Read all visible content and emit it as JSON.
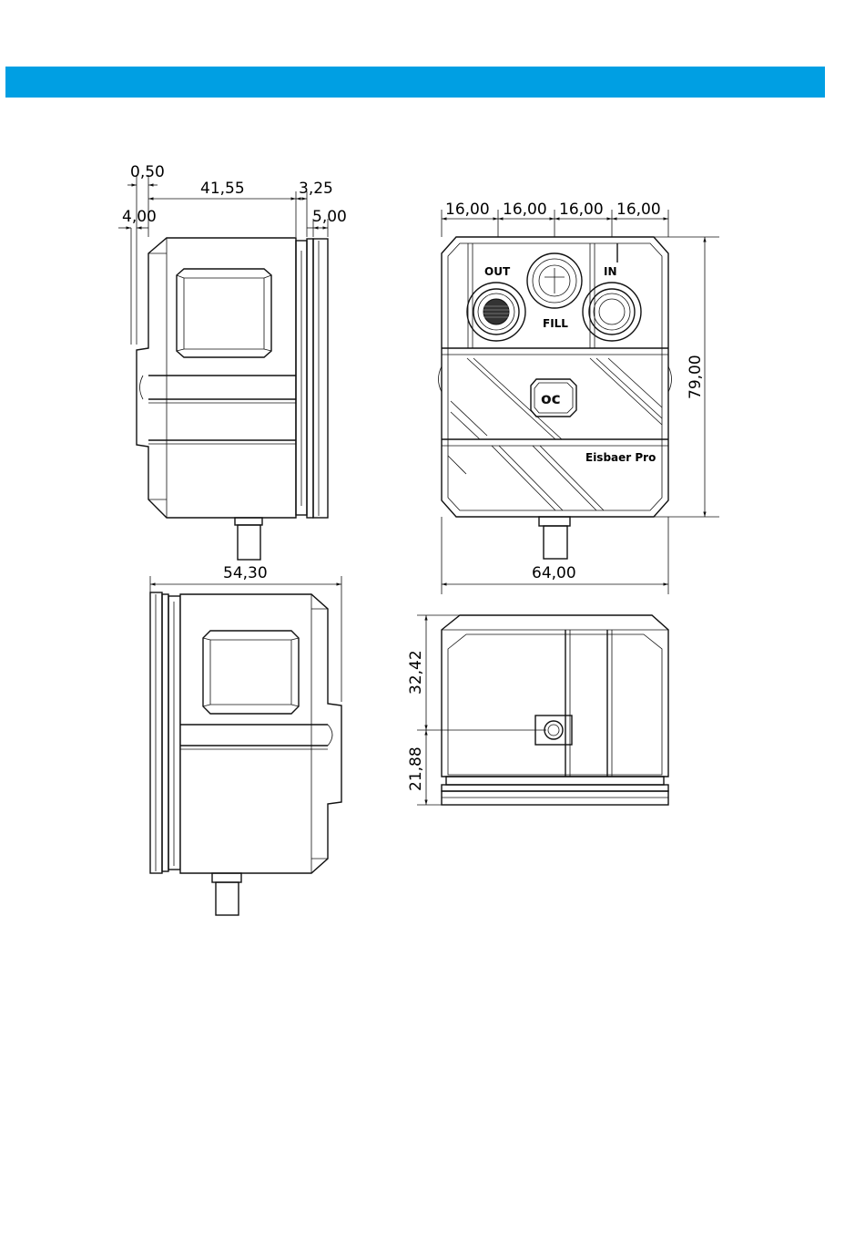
{
  "colors": {
    "header_band": "#009fe3",
    "line": "#111111",
    "background": "#ffffff"
  },
  "dimensions": {
    "side_top": {
      "d050": "0,50",
      "d4155": "41,55",
      "d325": "3,25",
      "d400": "4,00",
      "d500": "5,00"
    },
    "front": {
      "w1": "16,00",
      "w2": "16,00",
      "w3": "16,00",
      "w4": "16,00",
      "height": "79,00",
      "width": "64,00"
    },
    "side_bottom": {
      "width": "54,30"
    },
    "bottom_view": {
      "upper": "32,42",
      "lower": "21,88"
    }
  },
  "labels": {
    "out": "OUT",
    "in": "IN",
    "fill": "FILL",
    "brand": "Eisbaer Pro"
  },
  "icons": {
    "logo": "alphacool-logo-icon"
  }
}
